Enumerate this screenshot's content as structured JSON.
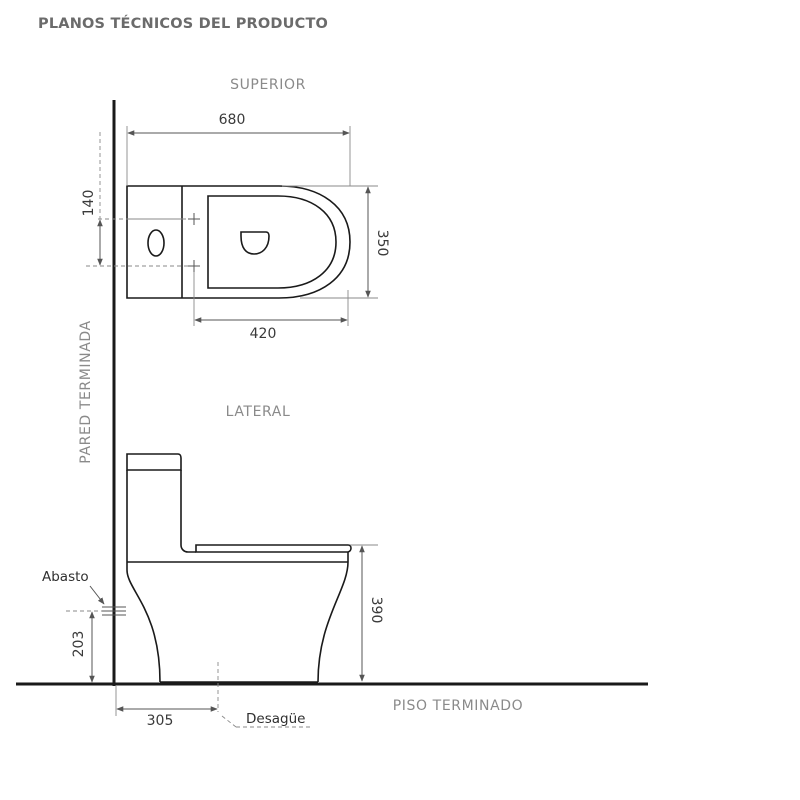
{
  "header": {
    "title": "PLANOS TÉCNICOS DEL PRODUCTO"
  },
  "views": {
    "top": "SUPERIOR",
    "side": "LATERAL"
  },
  "labels": {
    "wall": "PARED TERMINADA",
    "floor": "PISO TERMINADO",
    "supply": "Abasto",
    "drain": "Desagüe"
  },
  "dimensions": {
    "width": "680",
    "depth": "350",
    "mount_spacing": "140",
    "seat_length": "420",
    "seat_height": "390",
    "supply_height": "203",
    "drain_offset": "305"
  },
  "colors": {
    "line": "#1a1a1a",
    "text_gray": "#8a8a8a",
    "dim_text": "#3a3a3a"
  }
}
